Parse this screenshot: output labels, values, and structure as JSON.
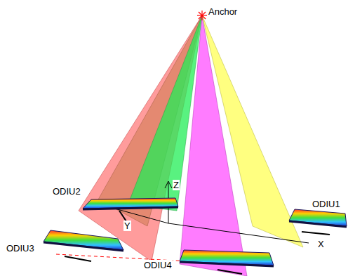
{
  "diagram": {
    "labels": [
      "Anchor",
      "ODIU2",
      "Z",
      "ODIU1",
      "Y",
      "X",
      "ODIU3",
      "ODIU4"
    ]
  }
}
